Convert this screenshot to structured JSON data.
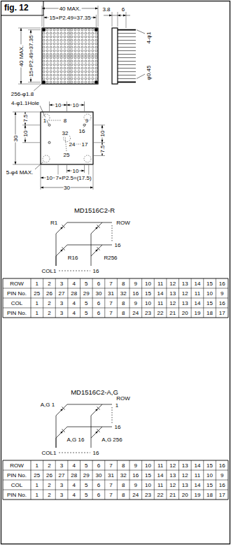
{
  "diagram": {
    "title": "fig. 12",
    "labels": [
      "40 MAX.",
      "15×P2.49=37.35",
      "40 MAX.",
      "15×P2.49=37.35",
      "256-φ1.8",
      "3.8",
      "6",
      "4-φ1",
      "φ0.45",
      "4-φ1.1Hole",
      "10",
      "10",
      "1",
      "8",
      "9",
      "16",
      "32",
      "24",
      "17",
      "25",
      "30",
      "7.5",
      "10",
      "10",
      "7.5",
      "5-φ4 MAX.",
      "10",
      "10",
      "7×P2.5=(17.5)",
      "30",
      "MD1516C2-R",
      "R1",
      "ROW",
      "16",
      "R16",
      "R256",
      "COL1",
      "16",
      "ROW",
      "1",
      "2",
      "3",
      "4",
      "5",
      "6",
      "7",
      "8",
      "9",
      "10",
      "11",
      "12",
      "13",
      "14",
      "15",
      "16",
      "PIN No.",
      "25",
      "26",
      "27",
      "28",
      "29",
      "30",
      "31",
      "32",
      "16",
      "15",
      "14",
      "13",
      "12",
      "11",
      "10",
      "9",
      "COL",
      "1",
      "2",
      "3",
      "4",
      "5",
      "6",
      "7",
      "8",
      "9",
      "10",
      "11",
      "12",
      "13",
      "14",
      "15",
      "16",
      "PIN No.",
      "1",
      "2",
      "3",
      "4",
      "5",
      "6",
      "7",
      "8",
      "24",
      "23",
      "22",
      "21",
      "20",
      "19",
      "18",
      "17",
      "MD1516C2-A,G",
      "A,G 1",
      "ROW",
      "1",
      "16",
      "A,G 16",
      "A,G 256",
      "COL1",
      "16",
      "ROW",
      "1",
      "2",
      "3",
      "4",
      "5",
      "6",
      "7",
      "8",
      "9",
      "10",
      "11",
      "12",
      "13",
      "14",
      "15",
      "16",
      "PIN No.",
      "25",
      "26",
      "27",
      "28",
      "29",
      "30",
      "31",
      "32",
      "16",
      "15",
      "14",
      "13",
      "12",
      "11",
      "10",
      "9",
      "COL",
      "1",
      "2",
      "3",
      "4",
      "5",
      "6",
      "7",
      "8",
      "9",
      "10",
      "11",
      "12",
      "13",
      "14",
      "15",
      "16",
      "PIN No.",
      "1",
      "2",
      "3",
      "4",
      "5",
      "6",
      "7",
      "8",
      "24",
      "23",
      "22",
      "21",
      "20",
      "19",
      "18",
      "17"
    ]
  }
}
